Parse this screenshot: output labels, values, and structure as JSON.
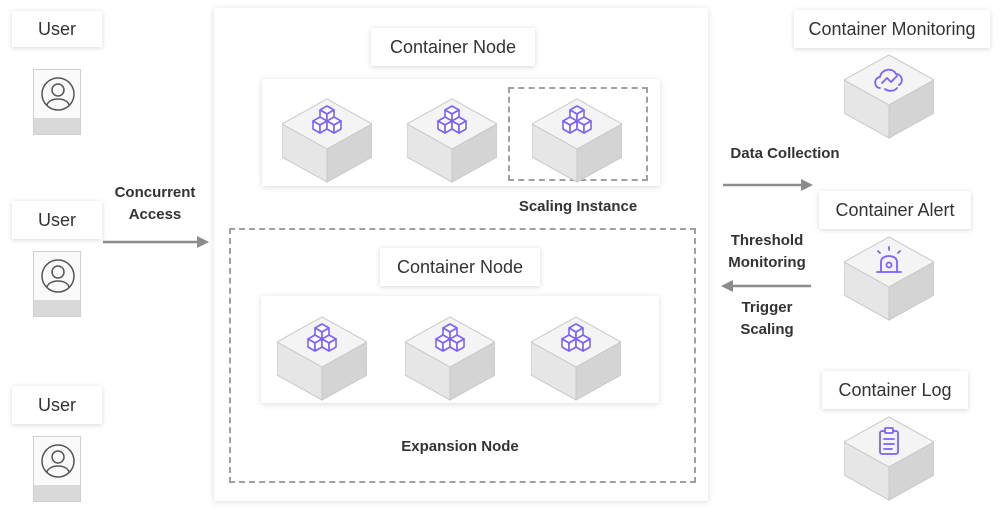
{
  "users": [
    {
      "label": "User"
    },
    {
      "label": "User"
    },
    {
      "label": "User"
    }
  ],
  "flow": {
    "access_line1": "Concurrent",
    "access_line2": "Access"
  },
  "main": {
    "container_node_label": "Container Node",
    "scaling_instance_label": "Scaling Instance",
    "expansion_container_node_label": "Container Node",
    "expansion_node_label": "Expansion Node"
  },
  "monitoring": {
    "container_monitoring_label": "Container Monitoring",
    "data_collection_label": "Data Collection",
    "container_alert_label": "Container Alert",
    "threshold_line1": "Threshold",
    "threshold_line2": "Monitoring",
    "trigger_line1": "Trigger",
    "trigger_line2": "Scaling",
    "container_log_label": "Container Log"
  },
  "colors": {
    "accent": "#7b61ff",
    "arrow": "#8c8c8c",
    "dashed": "#a0a0a0",
    "cube_top": "#f4f4f4",
    "cube_left": "#e6e6e6",
    "cube_right": "#d2d2d2"
  },
  "icons": {
    "user": "user-avatar-icon",
    "container": "container-blocks-icon",
    "monitoring": "cloud-monitoring-icon",
    "alert": "alarm-light-icon",
    "log": "clipboard-log-icon"
  }
}
